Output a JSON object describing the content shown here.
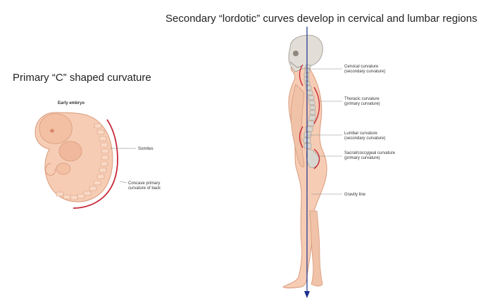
{
  "titles": {
    "right": "Secondary “lordotic” curves develop in cervical and lumbar regions",
    "left": "Primary “C” shaped curvature"
  },
  "embryo": {
    "heading": "Early embryo",
    "somites_label": "Somites",
    "concave_label_1": "Concave primary",
    "concave_label_2": "curvature of back"
  },
  "adult": {
    "cervical_1": "Cervical curvature",
    "cervical_2": "(secondary curvature)",
    "thoracic_1": "Thoracic curvature",
    "thoracic_2": "(primary curvature)",
    "lumbar_1": "Lumbar curvature",
    "lumbar_2": "(secondary curvature)",
    "sacral_1": "Sacral/coccygeal curvature",
    "sacral_2": "(primary curvature)",
    "gravity": "Gravity line"
  },
  "colors": {
    "skin": "#f6cdb4",
    "skin_outline": "#d99a7c",
    "curve_red": "#c8283a",
    "gravity_line": "#1c2f8c",
    "bone": "#d9d6cf"
  }
}
